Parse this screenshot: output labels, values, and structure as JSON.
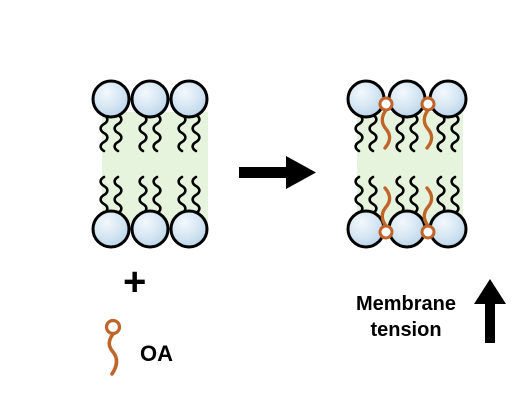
{
  "labels": {
    "plus": "+",
    "oa": "OA",
    "tension_line1": "Membrane",
    "tension_line2": "tension"
  },
  "colors": {
    "lipid_head_fill": "#cfe3f1",
    "lipid_head_highlight": "#f3f8fc",
    "outline": "#000000",
    "core_fill": "#e6f4dd",
    "oleic_acid": "#c0652a",
    "arrow": "#000000"
  },
  "icons": {
    "reaction_arrow": "right-arrow-icon",
    "tension_arrow": "up-arrow-icon",
    "oa_molecule": "oleic-acid-molecule-icon"
  }
}
